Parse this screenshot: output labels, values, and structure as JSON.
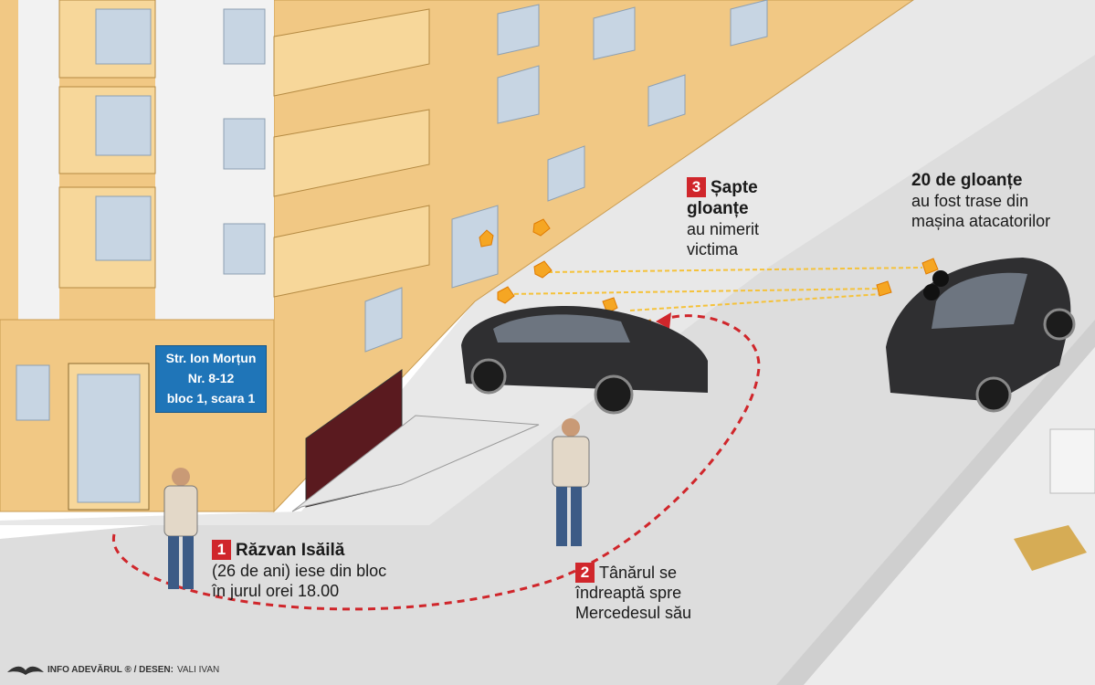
{
  "address": {
    "line1": "Str. Ion Morțun",
    "line2": "Nr. 8-12",
    "line3": "bloc 1, scara 1"
  },
  "steps": [
    {
      "number": "1",
      "title": "Răzvan Isăilă",
      "lines": [
        "(26 de ani) iese din bloc",
        "în jurul orei 18.00"
      ]
    },
    {
      "number": "2",
      "title": "",
      "lines": [
        "Tânărul se",
        "îndreaptă spre",
        "Mercedesul său"
      ]
    },
    {
      "number": "3",
      "title_lines": [
        "Șapte",
        "gloanțe"
      ],
      "lines": [
        "au nimerit",
        "victima"
      ]
    }
  ],
  "shooters_note": {
    "title": "20 de gloanțe",
    "lines": [
      "au fost trase din",
      "mașina atacatorilor"
    ]
  },
  "credit": {
    "info": "INFO ADEVĂRUL ® / DESEN:",
    "author": "VALI IVAN",
    "logo_icon": "eagle-icon"
  },
  "colors": {
    "building_wall": "#f1c884",
    "building_white": "#f2f2f2",
    "path_dashed": "#d0262b",
    "sign_blue": "#1f75b8",
    "car": "#2f2f31",
    "road": "#dedede",
    "bullet_trail": "#f5c23a"
  }
}
